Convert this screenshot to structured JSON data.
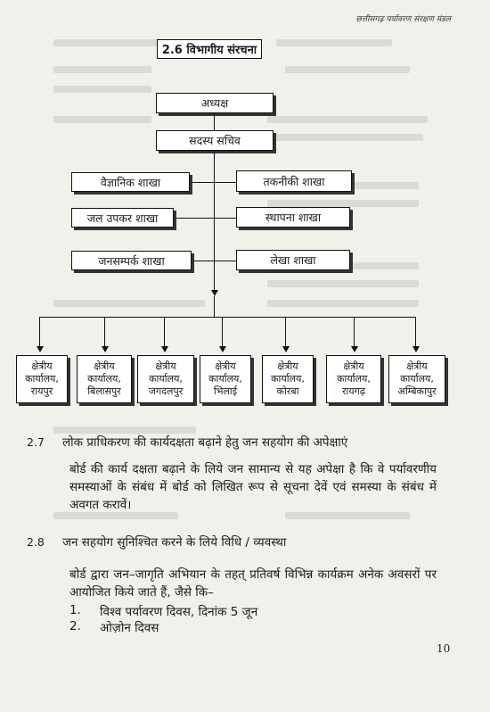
{
  "header": {
    "running_title": "छत्तीसगढ़ पर्यावरण संरक्षण मंडल"
  },
  "section_2_6": {
    "title": "2.6 विभागीय संरचना",
    "chairman": "अध्यक्ष",
    "member_secretary": "सदस्य सचिव",
    "branches_left": [
      "वैज्ञानिक शाखा",
      "जल उपकर शाखा",
      "जनसम्पर्क शाखा"
    ],
    "branches_right": [
      "तकनीकी शाखा",
      "स्थापना शाखा",
      "लेखा शाखा"
    ],
    "regional_offices": [
      {
        "line1": "क्षेत्रीय",
        "line2": "कार्यालय,",
        "line3": "रायपुर"
      },
      {
        "line1": "क्षेत्रीय",
        "line2": "कार्यालय,",
        "line3": "बिलासपुर"
      },
      {
        "line1": "क्षेत्रीय",
        "line2": "कार्यालय,",
        "line3": "जगदलपुर"
      },
      {
        "line1": "क्षेत्रीय",
        "line2": "कार्यालय,",
        "line3": "भिलाई"
      },
      {
        "line1": "क्षेत्रीय",
        "line2": "कार्यालय,",
        "line3": "कोरबा"
      },
      {
        "line1": "क्षेत्रीय",
        "line2": "कार्यालय,",
        "line3": "रायगढ़"
      },
      {
        "line1": "क्षेत्रीय",
        "line2": "कार्यालय,",
        "line3": "अम्बिकापुर"
      }
    ]
  },
  "section_2_7": {
    "number": "2.7",
    "title": "लोक प्राधिकरण की कार्यदक्षता बढ़ाने हेतु जन सहयोग की अपेक्षाएं",
    "body": "बोर्ड की कार्य दक्षता बढ़ाने के लिये जन सामान्य से यह अपेक्षा है कि वे पर्यावरणीय समस्याओं के संबंध में बोर्ड को लिखित रूप से सूचना देवें एवं समस्या के संबंध में अवगत करावें।"
  },
  "section_2_8": {
    "number": "2.8",
    "title": "जन सहयोग सुनिश्चित करने के लिये विधि / व्यवस्था",
    "body": "बोर्ड द्वारा जन–जागृति अभियान के तहत् प्रतिवर्ष विभिन्न कार्यक्रम अनेक अवसरों पर आयोजित किये जाते हैं, जैसे कि–",
    "items": [
      {
        "num": "1.",
        "text": "विश्व पर्यावरण दिवस, दिनांक 5 जून"
      },
      {
        "num": "2.",
        "text": "ओज़ोन दिवस"
      }
    ]
  },
  "footer": {
    "page_number": "10"
  }
}
